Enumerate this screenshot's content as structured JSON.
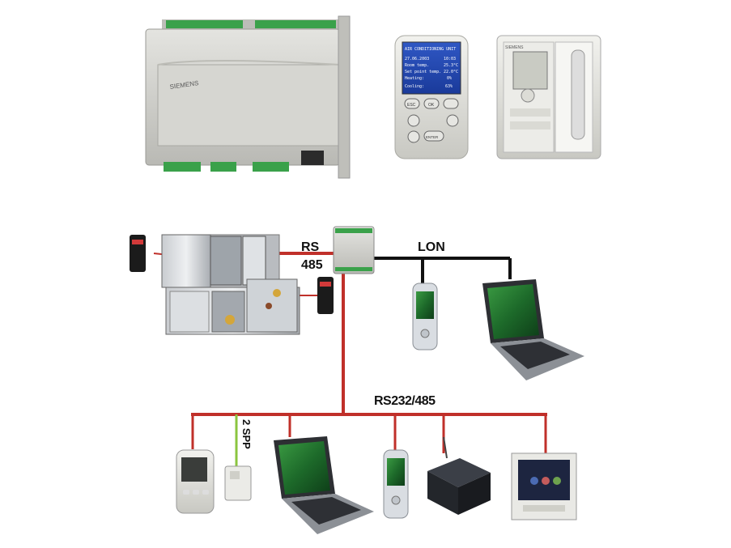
{
  "controller": {
    "brand": "SIEMENS"
  },
  "operator_panel": {
    "screen_title": "AIR CONDITIONING UNIT",
    "rows": [
      {
        "label": "27.06.2003",
        "value": "10:03"
      },
      {
        "label": "Room temp.",
        "value": "25.3°C"
      },
      {
        "label": "Set point temp.",
        "value": "22.0°C"
      },
      {
        "label": "Heating:",
        "value": "0%"
      },
      {
        "label": "Cooling:",
        "value": "63%"
      }
    ],
    "buttons": {
      "esc": "ESC",
      "ok": "OK",
      "enter": "ENTER"
    }
  },
  "wall_unit": {
    "brand": "SIEMENS"
  },
  "network": {
    "rs485_label_line1": "RS",
    "rs485_label_line2": "485",
    "lon_label": "LON",
    "rs232_485_label": "RS232/485",
    "sport_label": "2 SPP",
    "colors": {
      "rs_bus": "#c0302a",
      "lon_bus": "#111111",
      "sport_bus": "#8bc53f"
    }
  }
}
